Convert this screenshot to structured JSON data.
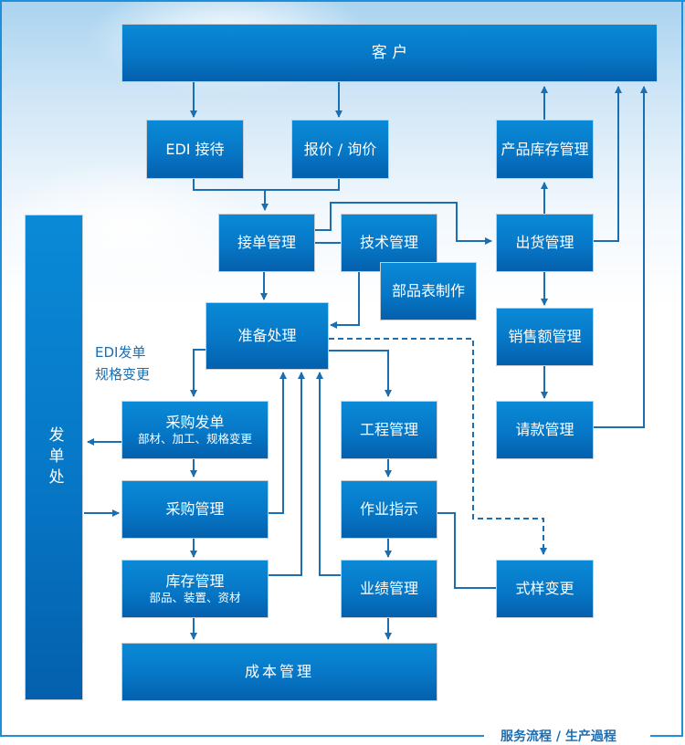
{
  "diagram": {
    "nodes": {
      "customer": "客 户",
      "edi_reception": "EDI 接待",
      "quotation": "报价 / 询价",
      "order_management": "接单管理",
      "technical_management": "技术管理",
      "bom_creation": "部品表制作",
      "preparation": "准备处理",
      "ordering_office": "发单处",
      "purchase_order": {
        "title": "采购发单",
        "sub": "部材、加工、规格变更"
      },
      "purchase_management": "采购管理",
      "inventory_management": {
        "title": "库存管理",
        "sub": "部品、装置、资材"
      },
      "process_management": "工程管理",
      "work_instruction": "作业指示",
      "performance_management": "业绩管理",
      "cost_management": "成本管理",
      "product_inventory": "产品库存管理",
      "shipping_management": "出货管理",
      "sales_management": "销售额管理",
      "billing_management": "请款管理",
      "spec_change": "式样变更"
    },
    "side_note": {
      "line1": "EDI发单",
      "line2": "规格变更"
    },
    "footer_title": "服务流程 / 生产過程"
  },
  "colors": {
    "box": "#0677c6",
    "line": "#1a6fb3",
    "frame": "#1e8fd8"
  }
}
